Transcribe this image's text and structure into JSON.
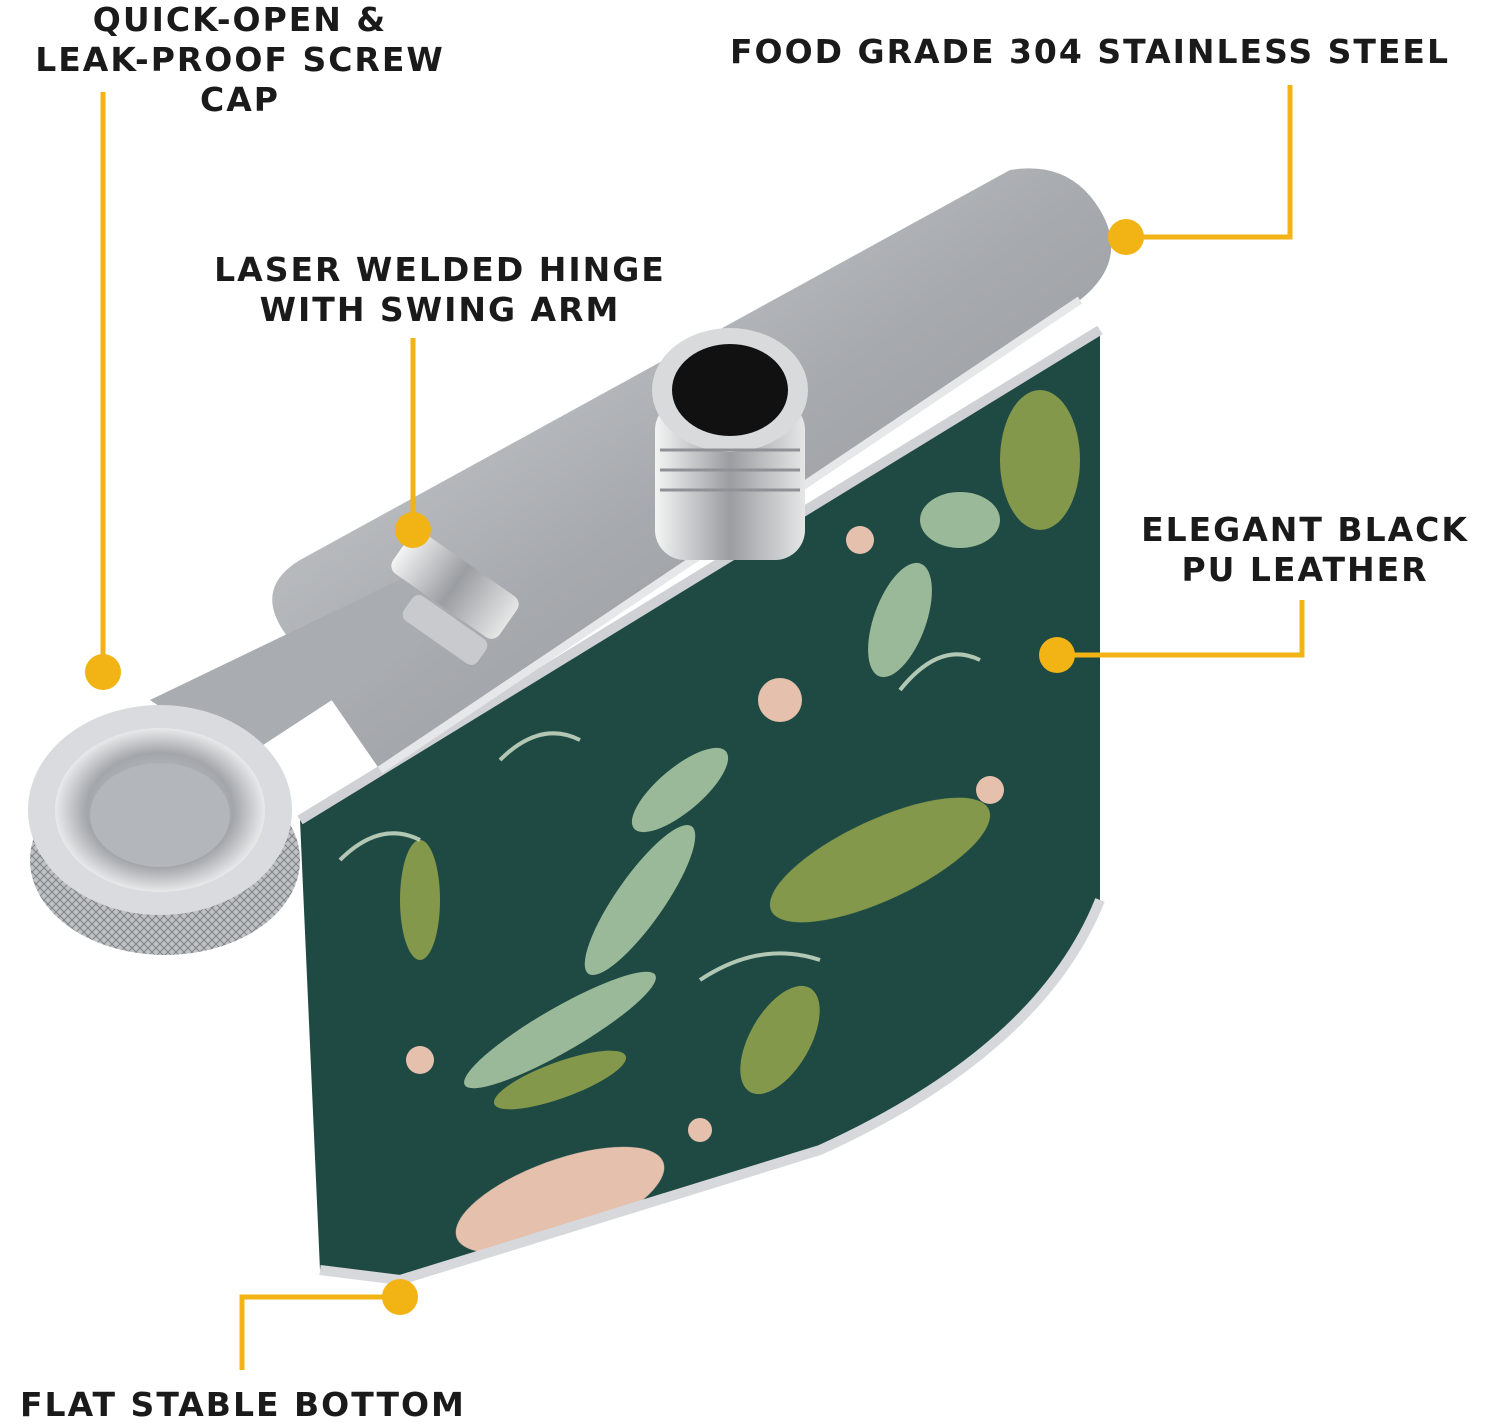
{
  "callouts": {
    "cap": {
      "lines": [
        "QUICK-OPEN &",
        "LEAK-PROOF SCREW",
        "CAP"
      ]
    },
    "steel": {
      "lines": [
        "FOOD GRADE 304 STAINLESS STEEL"
      ]
    },
    "hinge": {
      "lines": [
        "LASER WELDED HINGE",
        "WITH SWING ARM"
      ]
    },
    "leather": {
      "lines": [
        "ELEGANT BLACK",
        "PU LEATHER"
      ]
    },
    "bottom": {
      "lines": [
        "FLAT STABLE BOTTOM"
      ]
    }
  },
  "colors": {
    "accent": "#f2b315",
    "steel": "#b9bcc0",
    "leather_base": "#1f4a44",
    "leaf_light": "#a9c7a2",
    "leaf_olive": "#8fa24b",
    "pink": "#f0c7b4"
  }
}
